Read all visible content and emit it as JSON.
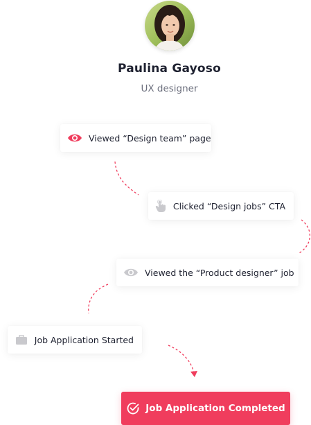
{
  "profile": {
    "name": "Paulina Gayoso",
    "role": "UX designer"
  },
  "steps": [
    {
      "icon": "eye-icon",
      "label": "Viewed “Design team” page",
      "color": "#f03d5d"
    },
    {
      "icon": "tap-hand-icon",
      "label": "Clicked “Design jobs” CTA",
      "color": "#c9c9cd"
    },
    {
      "icon": "eye-icon",
      "label": "Viewed the “Product designer” job",
      "color": "#c9c9cd"
    },
    {
      "icon": "briefcase-icon",
      "label": "Job Application Started",
      "color": "#c9c9cd"
    }
  ],
  "final": {
    "icon": "check-circle-icon",
    "label": "Job Application Completed",
    "color": "#f03d5d"
  },
  "colors": {
    "accent": "#f03d5d",
    "muted_icon": "#c9c9cd"
  }
}
